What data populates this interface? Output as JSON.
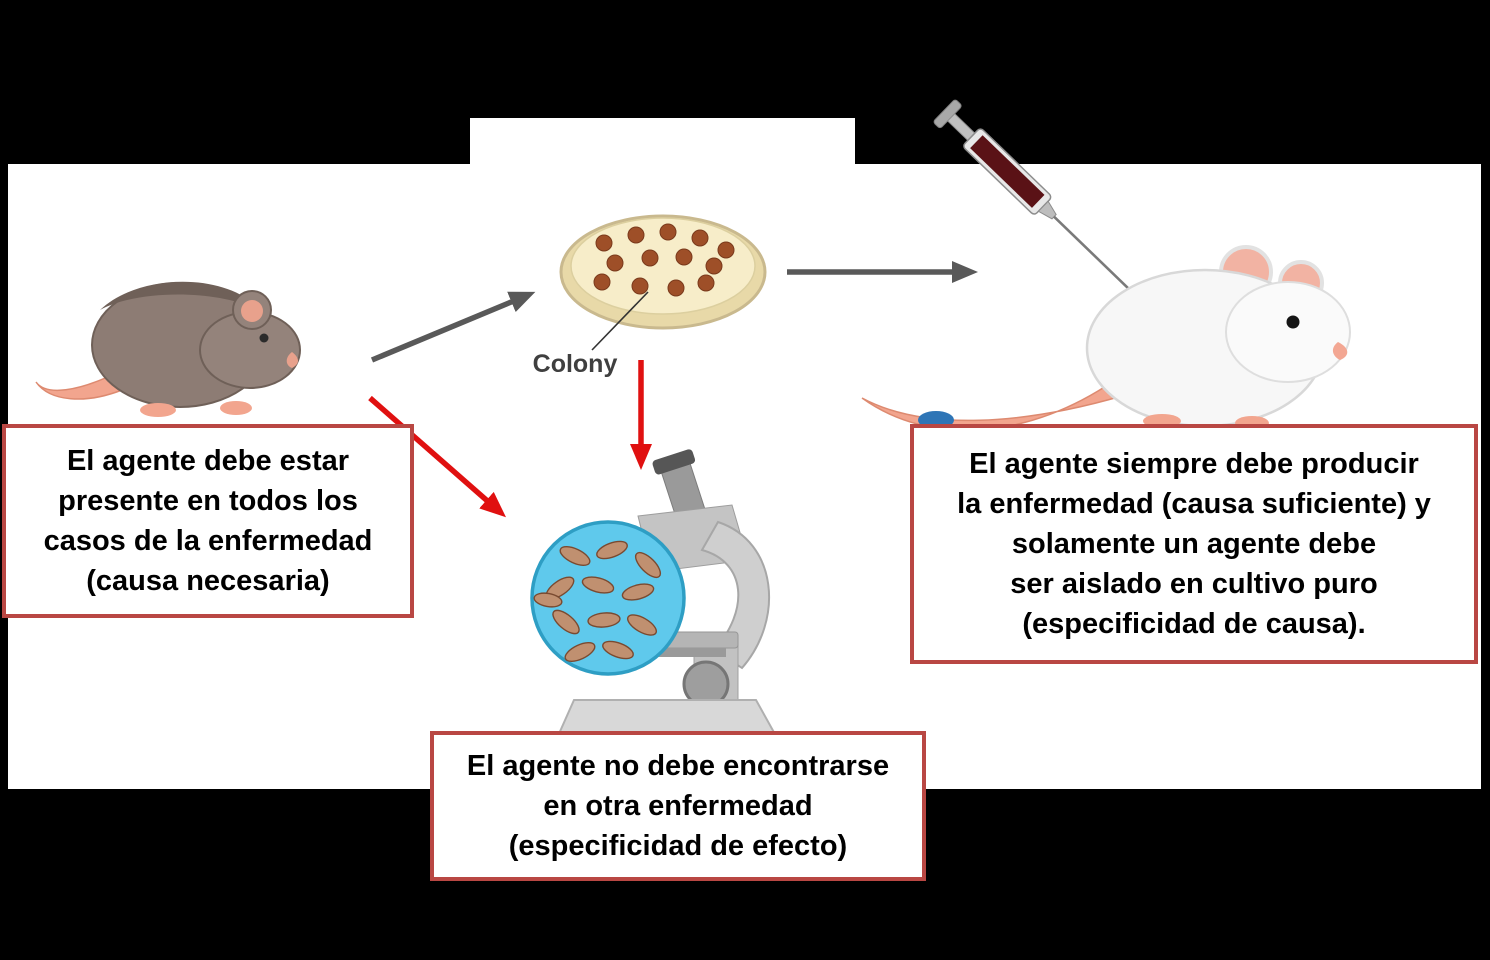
{
  "diagram": {
    "colony_label": "Colony",
    "captions": {
      "left": "El agente debe estar\npresente en todos los\ncasos de la enfermedad\n(causa necesaria)",
      "right": "El agente siempre debe producir\nla enfermedad (causa suficiente) y\nsolamente un agente debe\nser aislado en cultivo puro\n(especificidad de causa).",
      "bottom": "El agente no debe encontrarse\nen otra enfermedad\n(especificidad de efecto)"
    },
    "colors": {
      "background": "#000000",
      "panel": "#ffffff",
      "caption_border": "#b94743",
      "caption_text": "#000000",
      "arrow_gray": "#595959",
      "arrow_red": "#e01010",
      "petri_dish_fill": "#f7edc9",
      "petri_rim": "#c9b98e",
      "colony_dot": "#9e4f28",
      "microscope_body": "#c9c9c9",
      "microscope_view_blue": "#5fc9ec",
      "bacteria_fill": "#c09070",
      "sick_mouse_fur": "#8d7c74",
      "healthy_mouse_fur": "#f7f7f7",
      "mouse_pink": "#f2a58e",
      "syringe_fluid": "#5a1216"
    }
  }
}
